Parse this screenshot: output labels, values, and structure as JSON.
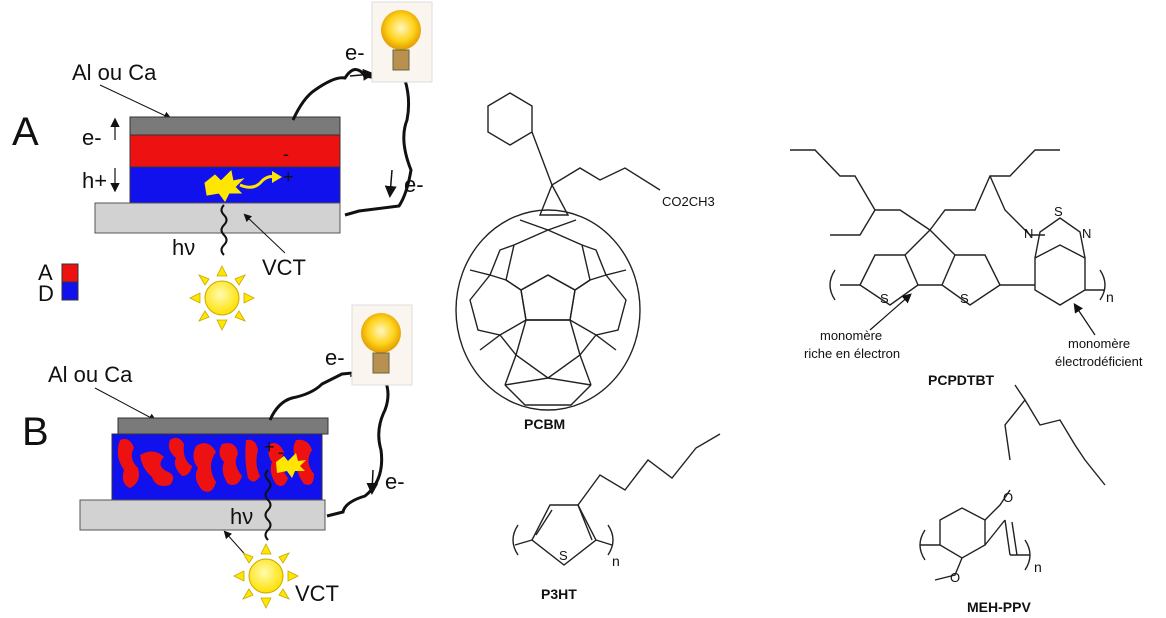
{
  "panel_a": {
    "letter": "A",
    "electrode_label": "Al ou Ca",
    "electron_arrow": "e-",
    "hole_arrow": "h+",
    "electron_left": "e-",
    "electron_right": "e-",
    "minus": "-",
    "plus": "+",
    "photon": "hν",
    "substrate_label": "VCT",
    "legend": [
      {
        "label": "A",
        "color": "#ee1111"
      },
      {
        "label": "D",
        "color": "#1111ee"
      }
    ]
  },
  "panel_b": {
    "letter": "B",
    "electrode_label": "Al ou Ca",
    "electron_top": "e-",
    "electron_right": "e-",
    "plus": "+",
    "minus": "-",
    "photon": "hν",
    "substrate_label": "VCT"
  },
  "molecules": {
    "pcbm": {
      "name": "PCBM",
      "substituent": "CO2CH3"
    },
    "p3ht": {
      "name": "P3HT",
      "sulfur": "S",
      "repeat": "n"
    },
    "pcpdtbt": {
      "name": "PCPDTBT",
      "sulfur": "S",
      "nitrogen": "N",
      "repeat": "n",
      "label_rich_1": "monomère",
      "label_rich_2": "riche en électron",
      "label_def_1": "monomère",
      "label_def_2": "électrodéficient"
    },
    "mehppv": {
      "name": "MEH-PPV",
      "oxygen": "O",
      "repeat": "n"
    }
  },
  "colors": {
    "electrode": "#7a7a7a",
    "acceptor": "#ee1111",
    "donor": "#1111ee",
    "substrate": "#d2d2d2",
    "sun": "#ffe600",
    "bulb": "#ffcc00"
  }
}
